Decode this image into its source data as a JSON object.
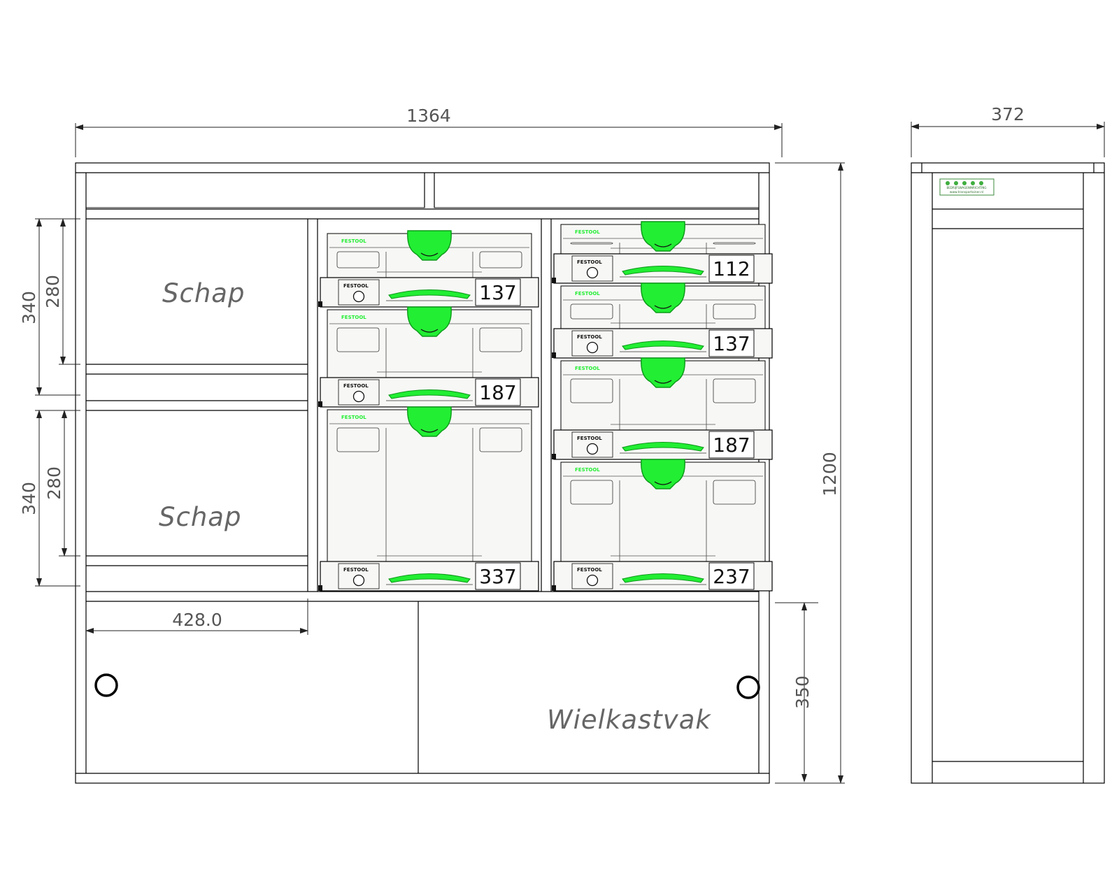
{
  "drawing": {
    "colors": {
      "line": "#000000",
      "panel": "#dddddd",
      "shelf_panel": "#676767",
      "case_body": "#f7f7f5",
      "case_handle": "#22ee33",
      "case_handle_dark": "#0b9a18",
      "dim_text": "#555555"
    },
    "front_view": {
      "dimensions": {
        "total_width": "1364",
        "total_height": "1200",
        "shelf1_outer": "340",
        "shelf1_inner": "280",
        "shelf2_outer": "340",
        "shelf2_inner": "280",
        "shelf_width": "428.0",
        "wheel_bay_height": "350"
      },
      "labels": {
        "shelf_1": "Schap",
        "shelf_2": "Schap",
        "wheel_bay": "Wielkastvak"
      },
      "systainers_left": [
        {
          "size": "137",
          "brand": "FESTOOL"
        },
        {
          "size": "187",
          "brand": "FESTOOL"
        },
        {
          "size": "337",
          "brand": "FESTOOL"
        }
      ],
      "systainers_right": [
        {
          "size": "112",
          "brand": "FESTOOL"
        },
        {
          "size": "137",
          "brand": "FESTOOL"
        },
        {
          "size": "187",
          "brand": "FESTOOL"
        },
        {
          "size": "237",
          "brand": "FESTOOL"
        }
      ]
    },
    "side_view": {
      "dimensions": {
        "depth": "372"
      },
      "logo": {
        "title": "BEDRIJFSWAGENINRICHTING",
        "url": "www.transportainer.nl"
      }
    }
  }
}
